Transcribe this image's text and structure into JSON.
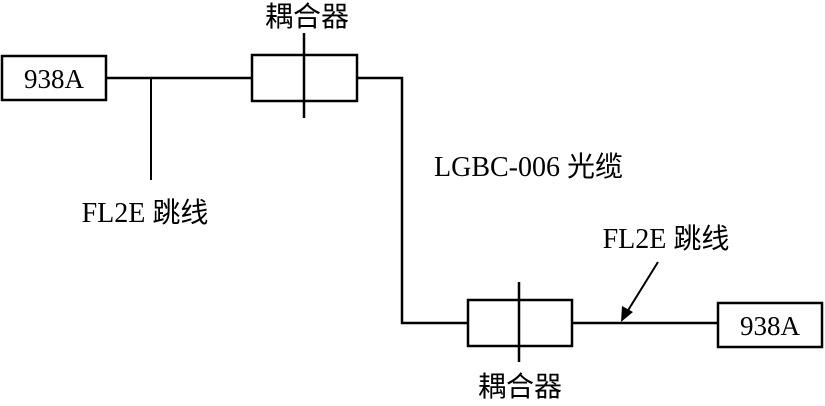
{
  "devices": {
    "left_label": "938A",
    "right_label": "938A"
  },
  "couplers": {
    "top_label": "耦合器",
    "bottom_label": "耦合器"
  },
  "cable": {
    "code": "LGBC-006",
    "name": "光缆"
  },
  "jumpers": {
    "left": {
      "code": "FL2E",
      "name": "跳线"
    },
    "right": {
      "code": "FL2E",
      "name": "跳线"
    }
  }
}
